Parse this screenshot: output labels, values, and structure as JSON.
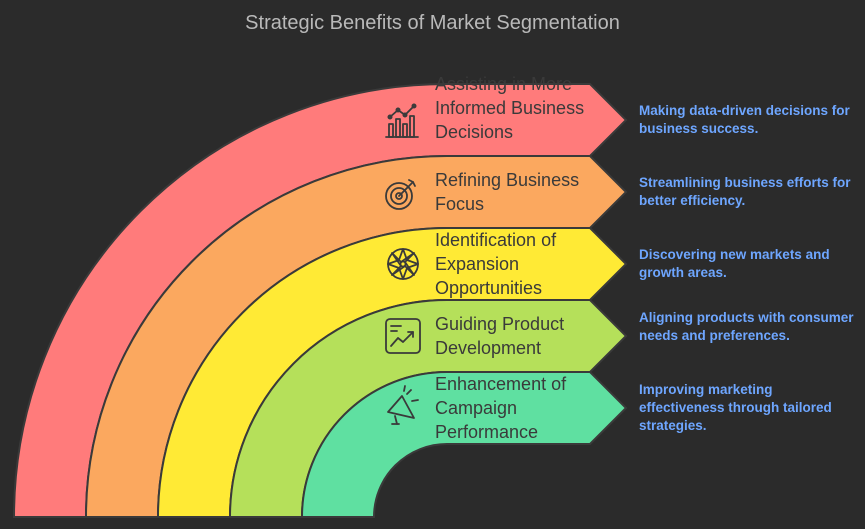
{
  "title": "Strategic Benefits of Market Segmentation",
  "items": [
    {
      "label": "Assisting in More Informed Business Decisions",
      "description": "Making data-driven decisions for business success.",
      "color": "#ff7b7b",
      "icon": "bar-chart-icon"
    },
    {
      "label": "Refining Business Focus",
      "description": "Streamlining business efforts for better efficiency.",
      "color": "#fba85f",
      "icon": "target-icon"
    },
    {
      "label": "Identification of Expansion Opportunities",
      "description": "Discovering new markets and growth areas.",
      "color": "#ffea35",
      "icon": "compass-icon"
    },
    {
      "label": "Guiding Product Development",
      "description": "Aligning products with consumer needs and preferences.",
      "color": "#b5e05a",
      "icon": "trend-chart-icon"
    },
    {
      "label": "Enhancement of Campaign Performance",
      "description": "Improving marketing effectiveness through tailored strategies.",
      "color": "#5fe0a1",
      "icon": "megaphone-icon"
    }
  ]
}
